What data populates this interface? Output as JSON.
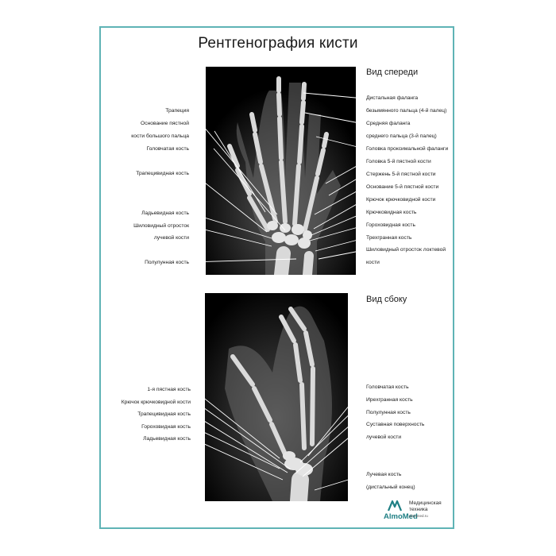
{
  "title": "Рентгенография кисти",
  "front": {
    "heading": "Вид спереди",
    "left_labels": [
      "Трапеция",
      "Основание пястной",
      "кости большого пальца",
      "Головчатая кость",
      "Трапецивидная кость",
      "Ладьевидная кость",
      "Шиловидный отросток",
      "лучевой кости",
      "Полулунная кость"
    ],
    "right_labels": [
      "Дистальная фаланга",
      "безымянного пальца (4-й палец)",
      "Средняя фаланга",
      "среднего пальца (3-й палец)",
      "Головка проксимальной фаланги",
      "Головка 5-й пястной кости",
      "Стержень 5-й пястной кости",
      "Основание 5-й пястной кости",
      "Крючок крючковидной кости",
      "Крючковидная кость",
      "Гороховидная кость",
      "Трехгранная кость",
      "Шиловидный отросток локтевой",
      "кости"
    ]
  },
  "side": {
    "heading": "Вид сбоку",
    "left_labels": [
      "1-я пястная кость",
      "Крючок крючковидной кости",
      "Трапецивидная кость",
      "Гороховидная кость",
      "Ладьевидная кость"
    ],
    "right_labels": [
      "Головчатая кость",
      "Иреxгранная кость",
      "Полулунная кость",
      "Суставная поверхность",
      "лучевой кости",
      "Лучевая кость",
      "(дистальный конец)"
    ]
  },
  "logo": {
    "name": "AlmoMed",
    "line1": "Медицинская",
    "line2": "техника",
    "url": "almamed.ru",
    "color": "#1f7f84"
  },
  "colors": {
    "border": "#5fb3b5",
    "bone": "#e8e8e8",
    "leader": "#ffffff"
  }
}
